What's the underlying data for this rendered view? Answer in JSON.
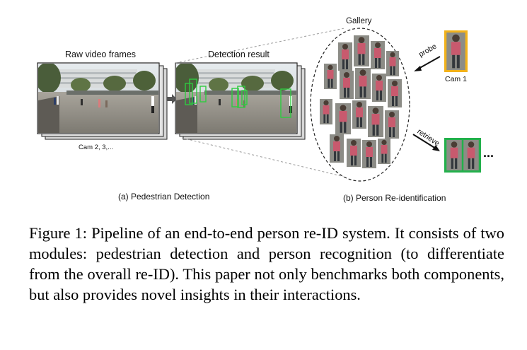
{
  "figure": {
    "raw_frames_label": "Raw video frames",
    "cams_label": "Cam 2, 3,...",
    "detection_label": "Detection result",
    "gallery_label": "Gallery",
    "probe_label": "probe",
    "cam1_label": "Cam 1",
    "retrieve_label": "retrieve",
    "ellipsis": "...",
    "subcaption_a": "(a) Pedestrian Detection",
    "subcaption_b": "(b) Person Re-identification"
  },
  "caption": "Figure 1: Pipeline of an end-to-end person re-ID system. It consists of two modules: pedestrian detection and person recognition (to differentiate from the overall re-ID). This paper not only benchmarks both components, but also provides novel insights in their interactions.",
  "colors": {
    "detection_box": "#2ecc40",
    "probe_border": "#f2b21b",
    "retrieve_border": "#22b04b"
  }
}
